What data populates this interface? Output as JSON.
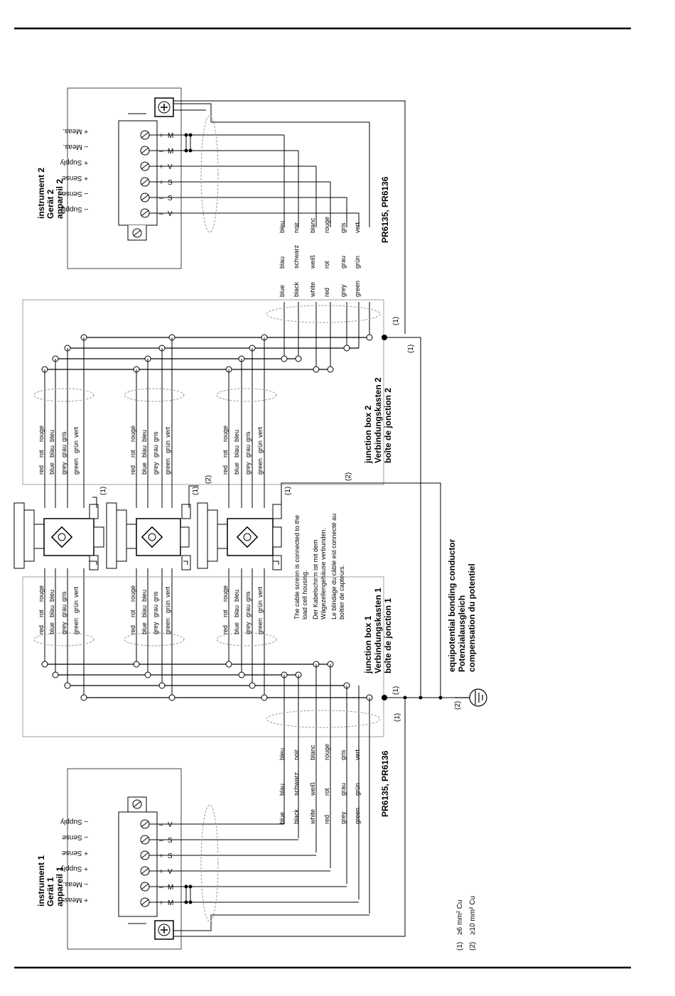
{
  "instrument2": {
    "title": [
      "instrument 2",
      "Gerät 2",
      "appareil 2"
    ],
    "terminals": [
      {
        "sym": "+",
        "code": "M",
        "label": "+ Meas."
      },
      {
        "sym": "–",
        "code": "M",
        "label": "– Meas."
      },
      {
        "sym": "+",
        "code": "V",
        "label": "+ Supply"
      },
      {
        "sym": "+",
        "code": "S",
        "label": "+ Sense"
      },
      {
        "sym": "–",
        "code": "S",
        "label": "– Sense"
      },
      {
        "sym": "–",
        "code": "V",
        "label": "– Supply"
      }
    ],
    "cable_model": "PR6135, PR6136"
  },
  "instrument1": {
    "title": [
      "instrument 1",
      "Gerät 1",
      "appareil 1"
    ],
    "terminals": [
      {
        "sym": "+",
        "code": "M",
        "label": "+ Meas."
      },
      {
        "sym": "–",
        "code": "M",
        "label": "– Meas."
      },
      {
        "sym": "+",
        "code": "V",
        "label": "+ Supply"
      },
      {
        "sym": "+",
        "code": "S",
        "label": "+ Sense"
      },
      {
        "sym": "–",
        "code": "S",
        "label": "– Sense"
      },
      {
        "sym": "–",
        "code": "V",
        "label": "– Supply"
      }
    ],
    "cable_model": "PR6135, PR6136"
  },
  "cable_colors_6": [
    [
      "blue",
      "blau",
      "bleu"
    ],
    [
      "black",
      "schwarz",
      "noir"
    ],
    [
      "white",
      "weiß",
      "blanc"
    ],
    [
      "red",
      "rot",
      "rouge"
    ],
    [
      "grey",
      "grau",
      "gris"
    ],
    [
      "green",
      "grün",
      "vert"
    ]
  ],
  "cable_colors_4": [
    [
      "red",
      "rot",
      "rouge"
    ],
    [
      "blue",
      "blau",
      "bleu"
    ],
    [
      "grey",
      "grau",
      "gris"
    ],
    [
      "green",
      "grün",
      "vert"
    ]
  ],
  "junction_box_2": [
    "junction box 2",
    "Verbindungskasten 2",
    "boîte de jonction 2"
  ],
  "junction_box_1": [
    "junction box 1",
    "Verbindungskasten 1",
    "boîte de jonction 1"
  ],
  "equipotential": [
    "equipotential bonding conductor",
    "Potenzialausgleich",
    "compensation du potentiel"
  ],
  "screen_note": [
    "The cable screen is connected to the",
    "load cell housing.",
    "Der Kabelschirm ist mit dem",
    "Wägezellengehäuse verbunden.",
    "Le blindage du câble est connecté au",
    "boîtier de capteurs."
  ],
  "markers": {
    "m1": "(1)",
    "m2": "(2)"
  },
  "footnotes": [
    {
      "marker": "(1)",
      "text": "≥6 mm² Cu"
    },
    {
      "marker": "(2)",
      "text": "≥10 mm² Cu"
    }
  ]
}
